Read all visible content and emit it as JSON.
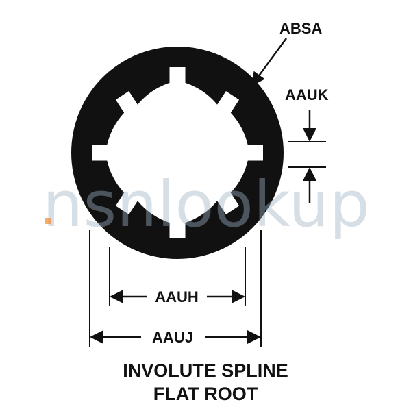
{
  "labels": {
    "outer": "ABSA",
    "tooth": "AAUK",
    "inner": "AAUH",
    "major": "AAUJ"
  },
  "caption": {
    "line1": "INVOLUTE SPLINE",
    "line2": "FLAT ROOT"
  },
  "watermark": "nsnlookup",
  "colors": {
    "ink": "#111111",
    "watermark": "#9fb4c6",
    "watermark_accent": "#f08a30"
  }
}
